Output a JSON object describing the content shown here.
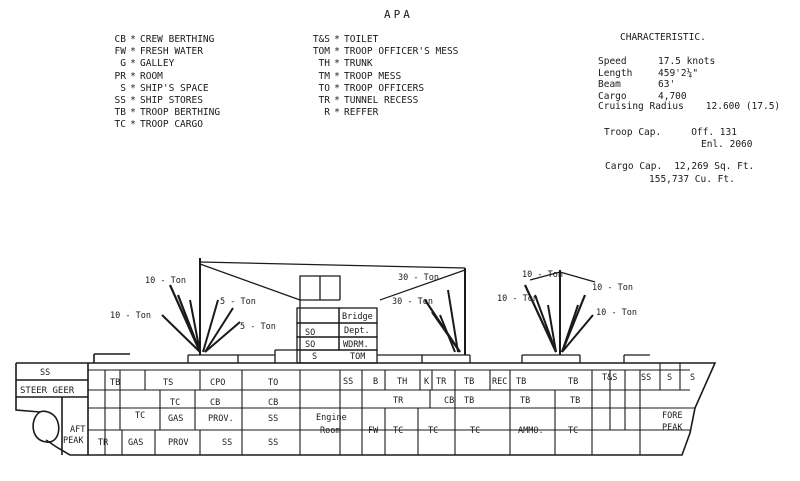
{
  "title": "APA",
  "legend_left": [
    {
      "code": "CB",
      "desc": "CREW BERTHING"
    },
    {
      "code": "FW",
      "desc": "FRESH WATER"
    },
    {
      "code": "G",
      "desc": "GALLEY"
    },
    {
      "code": "PR",
      "desc": "ROOM"
    },
    {
      "code": "S",
      "desc": "SHIP'S SPACE"
    },
    {
      "code": "SS",
      "desc": "SHIP STORES"
    },
    {
      "code": "TB",
      "desc": "TROOP BERTHING"
    },
    {
      "code": "TC",
      "desc": "TROOP CARGO"
    }
  ],
  "legend_right": [
    {
      "code": "T&S",
      "desc": "TOILET"
    },
    {
      "code": "TOM",
      "desc": "TROOP OFFICER'S MESS"
    },
    {
      "code": "TH",
      "desc": "TRUNK"
    },
    {
      "code": "TM",
      "desc": "TROOP MESS"
    },
    {
      "code": "TO",
      "desc": "TROOP OFFICERS"
    },
    {
      "code": "TR",
      "desc": "TUNNEL RECESS"
    },
    {
      "code": "R",
      "desc": "REFFER"
    }
  ],
  "legend_separator": "*",
  "characteristics": {
    "heading": "CHARACTERISTIC.",
    "speed_label": "Speed",
    "speed_value": "17.5",
    "speed_unit": "knots",
    "length_label": "Length",
    "length_value": "459'2¼\"",
    "beam_label": "Beam",
    "beam_value": "63'",
    "cargo_label": "Cargo",
    "cargo_value": "4,700",
    "cruise_label": "Cruising Radius",
    "cruise_value": "12.600 (17.5)",
    "troop_label": "Troop Cap.",
    "troop_off": "Off. 131",
    "troop_enl": "Enl. 2060",
    "cargo_cap_label": "Cargo Cap.",
    "cargo_cap_sqft": "12,269 Sq. Ft.",
    "cargo_cap_cuft": "155,737 Cu. Ft."
  },
  "booms": {
    "ten_ton_a": "10 - Ton",
    "ten_ton_b": "10 - Ton",
    "five_ton_a": "5 - Ton",
    "five_ton_b": "5 - Ton",
    "thirty_ton_a": "30 - Ton",
    "thirty_ton_b": "30 - Ton",
    "ten_ton_c": "10 - Ton",
    "ten_ton_d": "10 - Ton",
    "ten_ton_e": "10 - Ton",
    "ten_ton_f": "10 - Ton"
  },
  "compartments": {
    "ss_aft": "SS",
    "steer_gear": "STEER GEER",
    "aft_peak_1": "AFT",
    "aft_peak_2": "PEAK",
    "tb_1": "TB",
    "ts_1": "TS",
    "cpo": "CPO",
    "to_1": "TO",
    "tc_1": "TC",
    "tc_2": "TC",
    "cb_1": "CB",
    "cb_2": "CB",
    "gas_1": "GAS",
    "prov_1": "PROV.",
    "ss_1": "SS",
    "tr_1": "TR",
    "gas_2": "GAS",
    "prov_2": "PROV",
    "ss_2": "SS",
    "ss_3": "SS",
    "engine_1": "Engine",
    "engine_2": "Room",
    "bridge": "Bridge",
    "dept": "Dept.",
    "so_1": "SO",
    "wdrm": "WDRM.",
    "so_2": "SO",
    "s_top": "S",
    "tom": "TOM",
    "ss_mid": "SS",
    "b": "B",
    "th": "TH",
    "k": "K",
    "tr_2": "TR",
    "tb_2": "TB",
    "rec": "REC",
    "tb_3": "TB",
    "tb_4": "TB",
    "tr_3": "TR",
    "cb_3": "CB",
    "tb_5": "TB",
    "tb_6": "TB",
    "tb_7": "TB",
    "fw": "FW",
    "tc_3": "TC",
    "tc_4": "TC",
    "tc_5": "TC",
    "ammo": "AMMO.",
    "tc_6": "TC",
    "ts_fwd": "T&S",
    "ss_fwd": "SS",
    "s_fwd_1": "S",
    "s_fwd_2": "S",
    "fore_1": "FORE",
    "fore_2": "PEAK"
  },
  "colors": {
    "ink": "#1a1a1a",
    "paper": "#ffffff"
  }
}
